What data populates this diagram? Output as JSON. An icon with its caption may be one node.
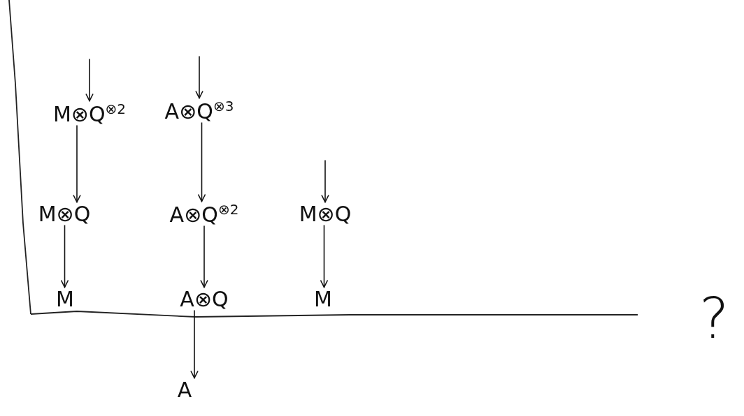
{
  "diagram": {
    "nodes": [
      {
        "text": [
          "M⊗Q$^{⊗2}$"
        ]
      },
      {
        "text": [
          "A⊗Q$^{⊗3}$"
        ]
      },
      {
        "text": [
          "M⊗Q"
        ]
      },
      {
        "text": [
          "A⊗Q$^{⊗2}$"
        ]
      },
      {
        "text": [
          "M⊗Q"
        ]
      },
      {
        "text": [
          "M"
        ]
      },
      {
        "text": [
          "A⊗Q"
        ]
      },
      {
        "text": [
          "M"
        ]
      },
      {
        "text": [
          "A"
        ]
      }
    ],
    "edges": [
      {
        "from": null,
        "to": 0,
        "arrow": "to"
      },
      {
        "from": null,
        "to": 1,
        "arrow": "to"
      },
      {
        "from": null,
        "to": 4,
        "arrow": "to"
      },
      {
        "from": 0,
        "to": 2,
        "arrow": "to"
      },
      {
        "from": 1,
        "to": 3,
        "arrow": "to"
      },
      {
        "from": 2,
        "to": 5,
        "arrow": "to"
      },
      {
        "from": 3,
        "to": 6,
        "arrow": "to"
      },
      {
        "from": 4,
        "to": 7,
        "arrow": "to"
      },
      {
        "from": 6,
        "to": 8,
        "arrow": "to"
      }
    ],
    "labels": [
      "?"
    ]
  }
}
